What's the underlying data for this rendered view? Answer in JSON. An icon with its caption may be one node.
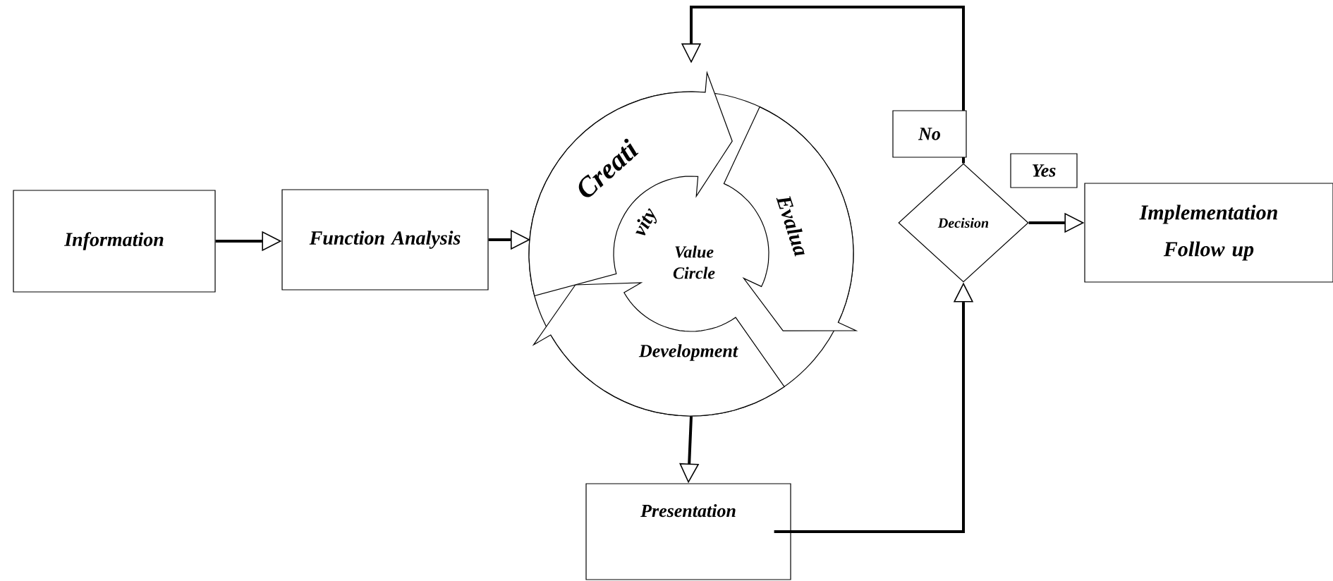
{
  "diagram": {
    "nodes": [
      {
        "text": [
          "Information"
        ]
      },
      {
        "text": [
          "Function Analysis"
        ]
      },
      {
        "text": [
          "Creati",
          "vity",
          "Evalua",
          "Value Circle",
          "Development"
        ]
      },
      {
        "text": [
          "Presentation"
        ]
      },
      {
        "text": [
          "Decision"
        ]
      },
      {
        "text": [
          "Implementation Follow up"
        ]
      }
    ],
    "edges": [
      {
        "from": 0,
        "to": 1,
        "arrow": "to"
      },
      {
        "from": 1,
        "to": 2,
        "arrow": "to"
      },
      {
        "from": 2,
        "to": 3,
        "arrow": "to"
      },
      {
        "from": 3,
        "to": 4,
        "arrow": "to"
      },
      {
        "from": 4,
        "to": 2,
        "arrow": "to",
        "label": "No"
      },
      {
        "from": 4,
        "to": 5,
        "arrow": "to",
        "label": "Yes"
      }
    ]
  }
}
